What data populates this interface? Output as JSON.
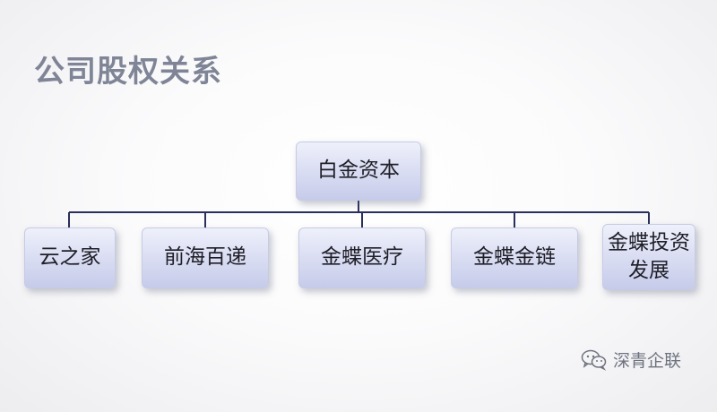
{
  "title": "公司股权关系",
  "chart": {
    "root": "白金资本",
    "children": [
      "云之家",
      "前海百递",
      "金蝶医疗",
      "金蝶金链",
      "金蝶投资发展"
    ]
  },
  "watermark": {
    "icon": "wechat-icon",
    "text": "深青企联"
  }
}
